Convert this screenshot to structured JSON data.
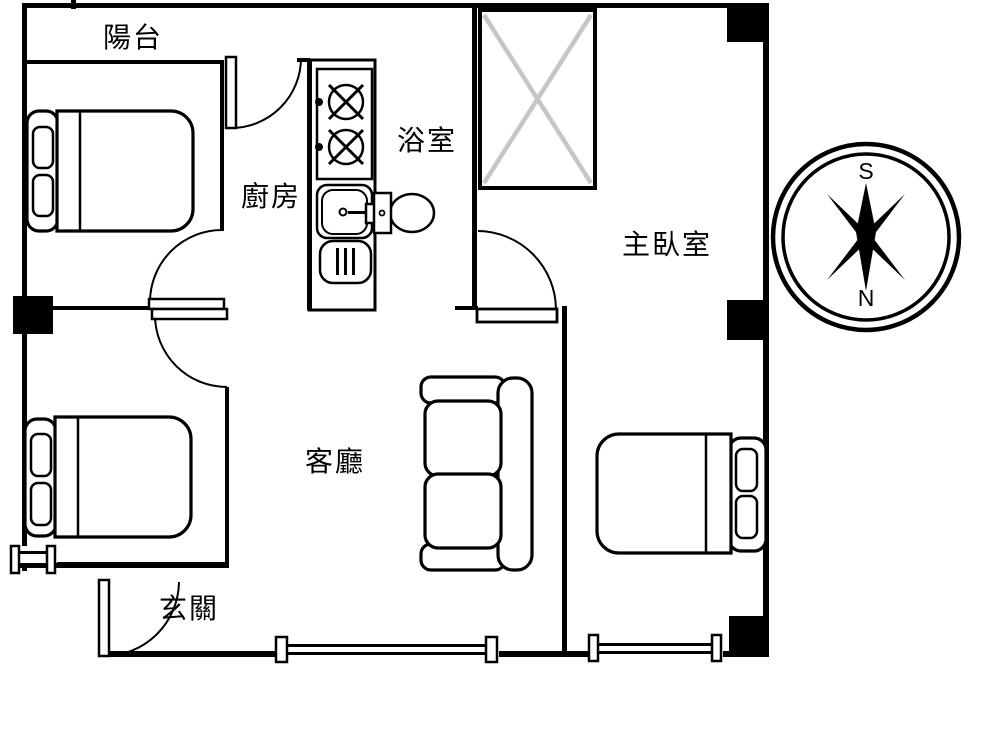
{
  "labels": {
    "balcony": "陽台",
    "kitchen": "廚房",
    "bathroom": "浴室",
    "master_bedroom": "主臥室",
    "living_room": "客廳",
    "entrance": "玄關"
  },
  "compass": {
    "south": "S",
    "north": "N"
  },
  "colors": {
    "line": "#000000",
    "background": "#ffffff",
    "x_mark": "#c6c6c6"
  }
}
